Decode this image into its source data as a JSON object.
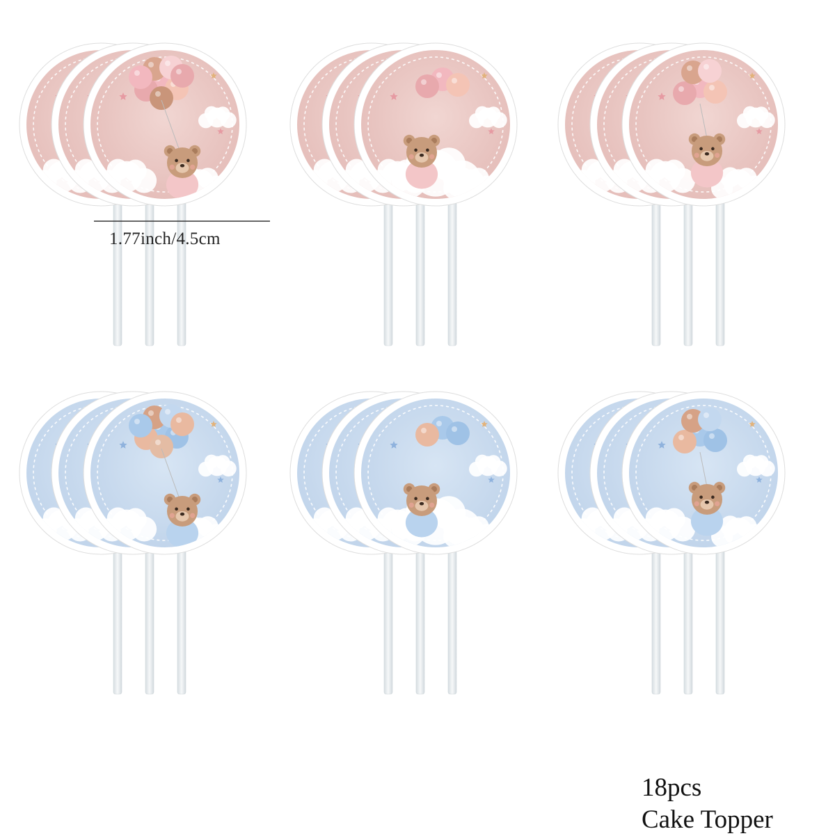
{
  "measurement": {
    "label": "1.77inch/4.5cm"
  },
  "caption": {
    "count": "18pcs",
    "product": "Cake Topper"
  },
  "groups": [
    {
      "theme": "pink",
      "motif": "bear-hanging-from-balloons",
      "count": 3
    },
    {
      "theme": "pink",
      "motif": "bear-sleeping-on-cloud",
      "count": 3
    },
    {
      "theme": "pink",
      "motif": "bear-sitting-with-balloons",
      "count": 3
    },
    {
      "theme": "blue",
      "motif": "bear-hanging-from-balloons",
      "count": 3
    },
    {
      "theme": "blue",
      "motif": "bear-sleeping-on-cloud",
      "count": 3
    },
    {
      "theme": "blue",
      "motif": "bear-sitting-with-balloons",
      "count": 3
    }
  ],
  "colors": {
    "pink_background": "#e9c7c3",
    "blue_background": "#c9daee",
    "bear_fur": "#c89c7c",
    "stick": "#eef2f4"
  }
}
